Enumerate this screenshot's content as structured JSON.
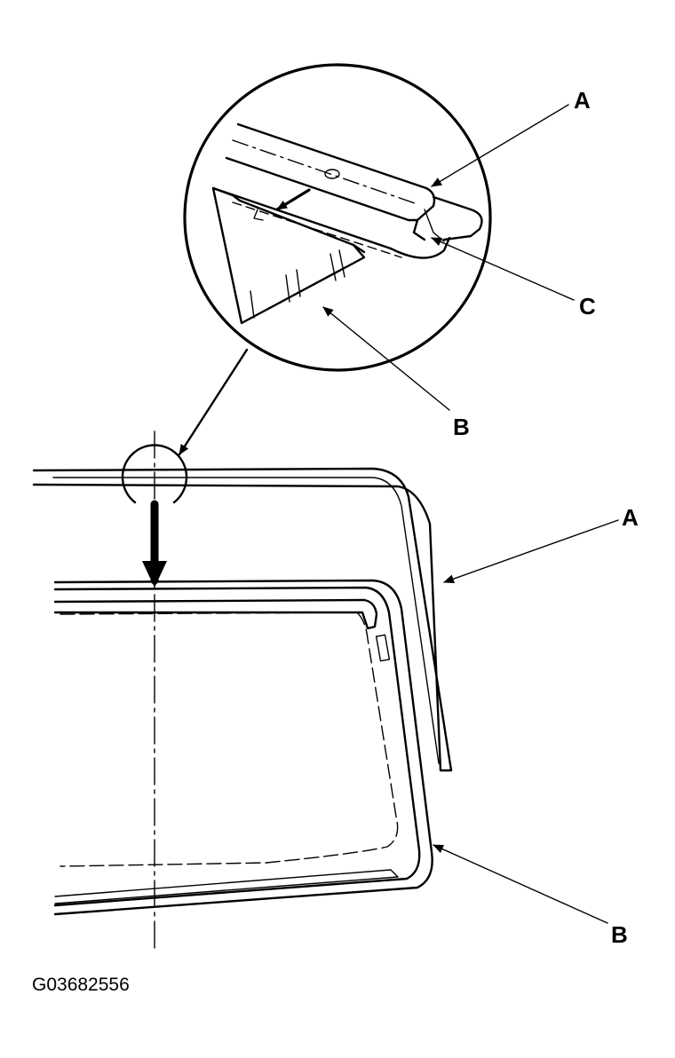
{
  "callouts": {
    "detail_a": "A",
    "detail_b": "B",
    "detail_c": "C",
    "main_a": "A",
    "main_b": "B"
  },
  "figure_id": "G03682556",
  "colors": {
    "ink": "#000000",
    "paper": "#ffffff"
  }
}
